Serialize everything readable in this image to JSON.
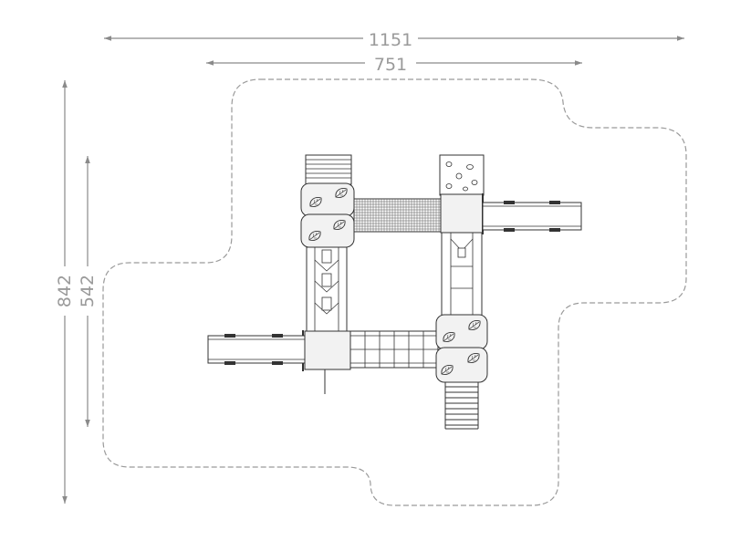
{
  "dimensions": {
    "overall_width": "1151",
    "inner_width": "751",
    "overall_height": "842",
    "inner_height": "542"
  },
  "colors": {
    "dimension_line": "#8a8a8a",
    "safety_zone": "#9a9a9a",
    "structure": "#333333",
    "platform_fill": "#f2f2f2"
  },
  "icons": {
    "leaf_panel": "leaf-icon",
    "climbing_holds": "rock-holds-icon"
  }
}
